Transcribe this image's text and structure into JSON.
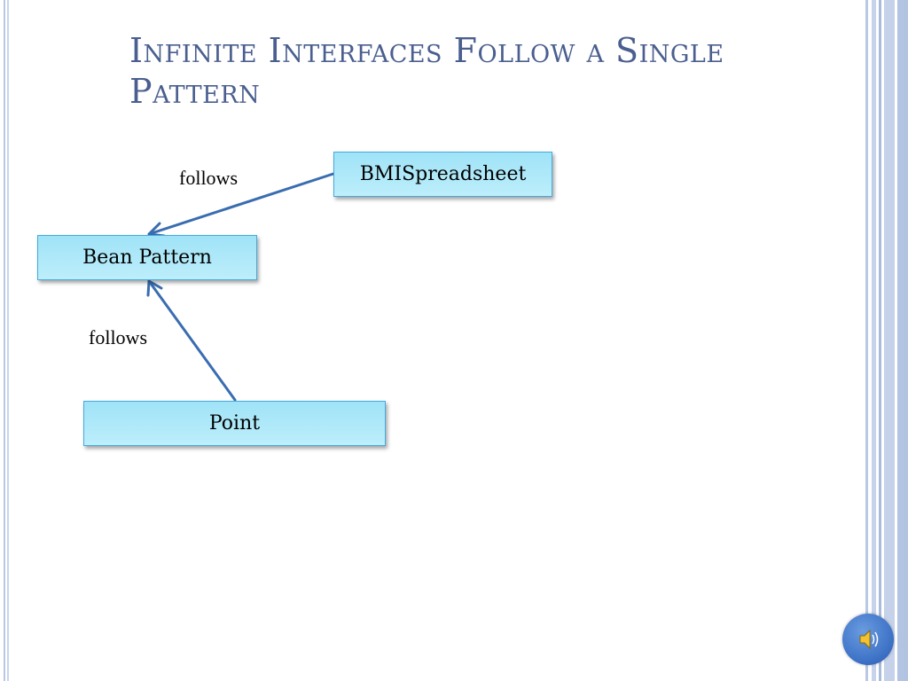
{
  "slide": {
    "title": "Infinite Interfaces Follow a Single Pattern"
  },
  "diagram": {
    "nodes": {
      "bmi": "BMISpreadsheet",
      "bean": "Bean Pattern",
      "point": "Point"
    },
    "edges": [
      {
        "from": "BMISpreadsheet",
        "to": "Bean Pattern",
        "label": "follows"
      },
      {
        "from": "Point",
        "to": "Bean Pattern",
        "label": "follows"
      }
    ]
  },
  "colors": {
    "title": "#4a5f8f",
    "node_fill": "#aee8f9",
    "node_border": "#44aadd",
    "arrow": "#3a6db0"
  },
  "icons": {
    "audio": "speaker-icon"
  }
}
